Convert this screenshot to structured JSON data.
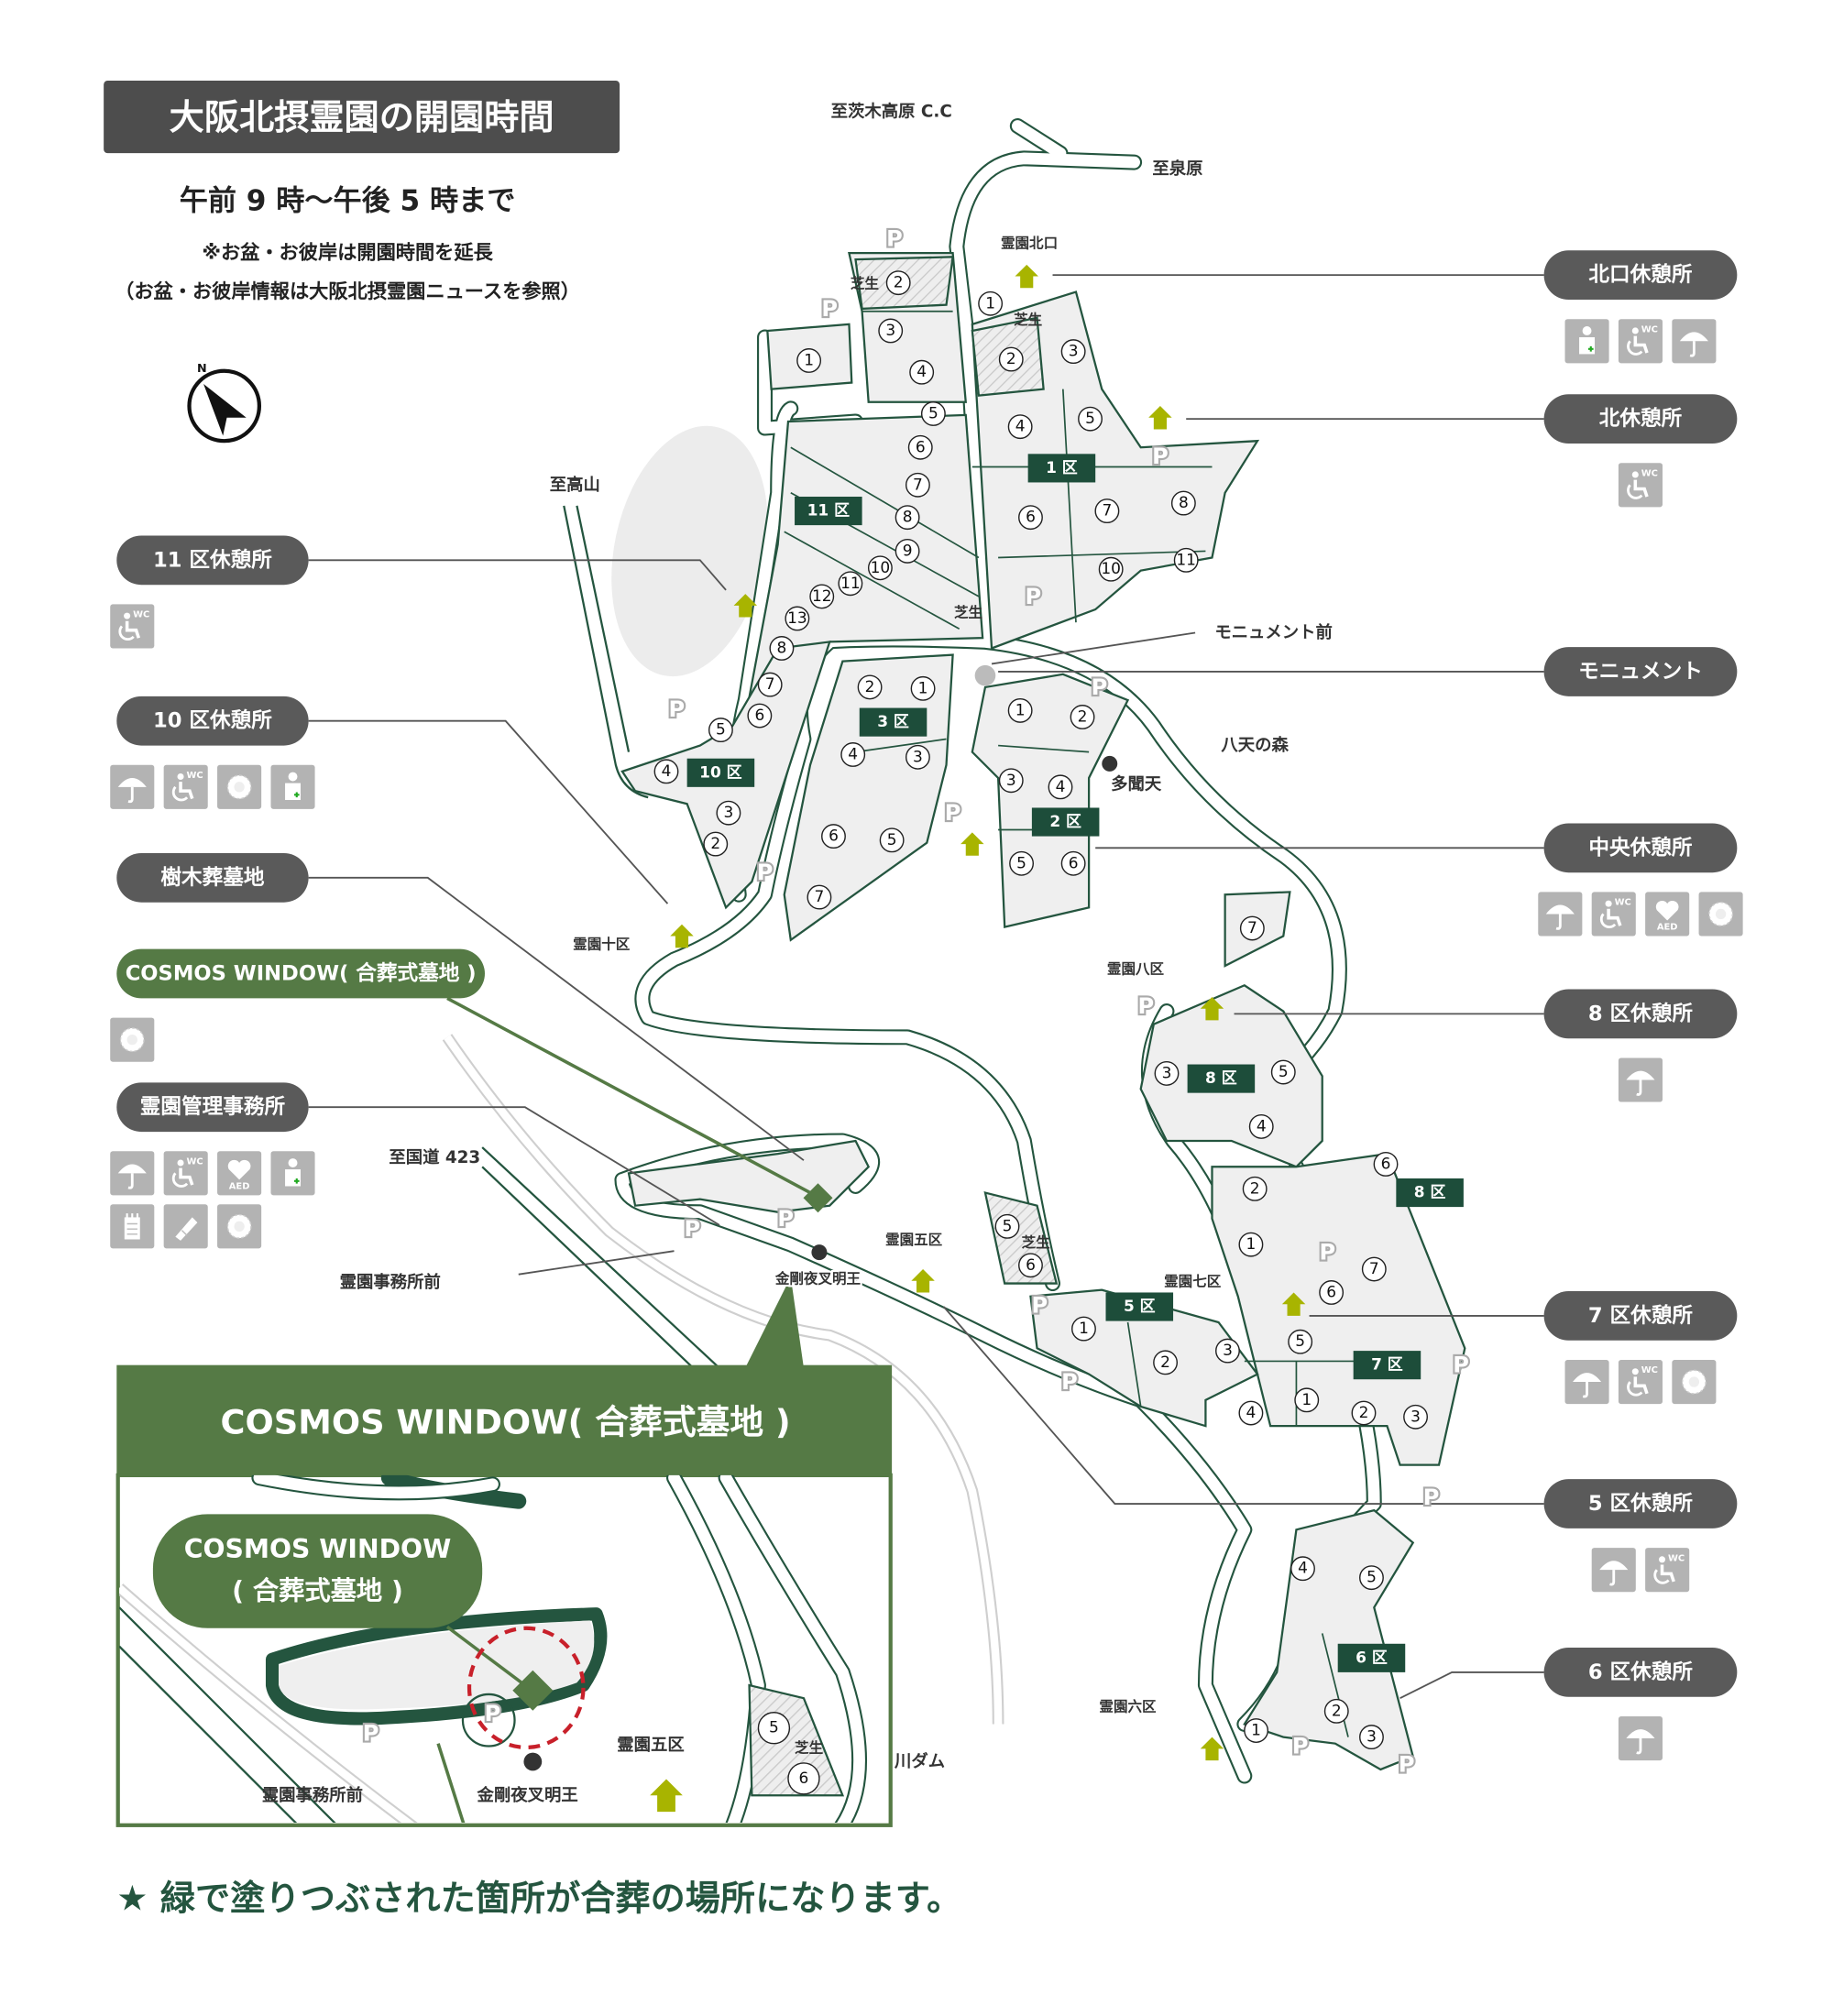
{
  "header": {
    "title": "大阪北摂霊園の開園時間",
    "hours": "午前 9 時〜午後 5 時まで",
    "note1": "※お盆・お彼岸は開園時間を延長",
    "note2": "（お盆・お彼岸情報は大阪北摂霊園ニュースを参照）"
  },
  "compass": {
    "label": "N"
  },
  "colors": {
    "road": "#24553f",
    "district": "#1d4d3a",
    "cosmos": "#557a45",
    "rest_house": "#a8b400",
    "pill": "#5a5a5a",
    "icon_tile": "#b3b3b3",
    "highlight": "#c8202a"
  },
  "facilities_left": [
    {
      "id": "rest11",
      "label": "11 区休憩所",
      "icons": [
        "wheelchair-wc-icon"
      ]
    },
    {
      "id": "rest10",
      "label": "10 区休憩所",
      "icons": [
        "umbrella-icon",
        "wheelchair-wc-icon",
        "chrysanthemum-icon",
        "first-aid-person-icon"
      ]
    },
    {
      "id": "tree",
      "label": "樹木葬墓地",
      "icons": []
    },
    {
      "id": "cosmos",
      "label": "COSMOS WINDOW( 合葬式墓地 )",
      "icons": [
        "chrysanthemum-icon"
      ]
    },
    {
      "id": "office",
      "label": "霊園管理事務所",
      "icons": [
        "umbrella-icon",
        "wheelchair-wc-icon",
        "aed-icon",
        "first-aid-person-icon",
        "vending-icon",
        "brush-icon",
        "chrysanthemum-icon"
      ]
    }
  ],
  "facilities_right": [
    {
      "id": "kitaguchi",
      "label": "北口休憩所",
      "icons": [
        "first-aid-person-icon",
        "wheelchair-wc-icon",
        "umbrella-icon"
      ]
    },
    {
      "id": "kita",
      "label": "北休憩所",
      "icons": [
        "wheelchair-wc-icon"
      ]
    },
    {
      "id": "monument",
      "label": "モニュメント",
      "icons": []
    },
    {
      "id": "chuo",
      "label": "中央休憩所",
      "icons": [
        "umbrella-icon",
        "wheelchair-wc-icon",
        "aed-icon",
        "chrysanthemum-icon"
      ]
    },
    {
      "id": "rest8",
      "label": "8 区休憩所",
      "icons": [
        "umbrella-icon"
      ]
    },
    {
      "id": "rest7",
      "label": "7 区休憩所",
      "icons": [
        "umbrella-icon",
        "wheelchair-wc-icon",
        "chrysanthemum-icon"
      ]
    },
    {
      "id": "rest5",
      "label": "5 区休憩所",
      "icons": [
        "umbrella-icon",
        "wheelchair-wc-icon"
      ]
    },
    {
      "id": "rest6",
      "label": "6 区休憩所",
      "icons": [
        "umbrella-icon"
      ]
    }
  ],
  "icon_texts": {
    "wc": "WC",
    "aed": "AED"
  },
  "map_labels": {
    "to_ibaraki": "至茨木高原 C.C",
    "to_izumihara": "至泉原",
    "to_takayama": "至高山",
    "to_route423": "至国道 423",
    "office_front": "霊園事務所前",
    "monument_front": "モニュメント前",
    "hatten_forest": "八天の森",
    "tamonten": "多聞天",
    "north_gate": "霊園北口",
    "stop10": "霊園十区",
    "stop8": "霊園八区",
    "stop5": "霊園五区",
    "stop7": "霊園七区",
    "stop6": "霊園六区",
    "kongo": "金剛夜叉明王",
    "dam": "川ダム",
    "lawn": "芝生",
    "parking": "P"
  },
  "districts": [
    "1 区",
    "11 区",
    "3 区",
    "10 区",
    "2 区",
    "8 区",
    "8 区",
    "5 区",
    "7 区",
    "6 区"
  ],
  "plots": [
    "2",
    "3",
    "4",
    "1",
    "5",
    "6",
    "7",
    "8",
    "9",
    "10",
    "11",
    "12",
    "13",
    "8",
    "7",
    "6",
    "5",
    "4",
    "3",
    "2",
    "1",
    "2",
    "3",
    "4",
    "5",
    "6",
    "7",
    "8",
    "10",
    "11",
    "2",
    "1",
    "4",
    "3",
    "6",
    "5",
    "7",
    "1",
    "2",
    "3",
    "4",
    "5",
    "6",
    "7",
    "3",
    "5",
    "4",
    "2",
    "1",
    "6",
    "7",
    "6",
    "5",
    "1",
    "2",
    "3",
    "4",
    "5",
    "6",
    "1",
    "2",
    "3",
    "4",
    "5",
    "2",
    "3",
    "1"
  ],
  "inset": {
    "header": "COSMOS WINDOW( 合葬式墓地 )",
    "pill_line1": "COSMOS WINDOW",
    "pill_line2": "( 合葬式墓地 )",
    "office_front": "霊園事務所前",
    "kongo": "金剛夜叉明王",
    "stop5": "霊園五区",
    "plot5": "5",
    "plot6": "6",
    "lawn": "芝生",
    "parking": "P"
  },
  "footnote": "★ 緑で塗りつぶされた箇所が合葬の場所になります。"
}
